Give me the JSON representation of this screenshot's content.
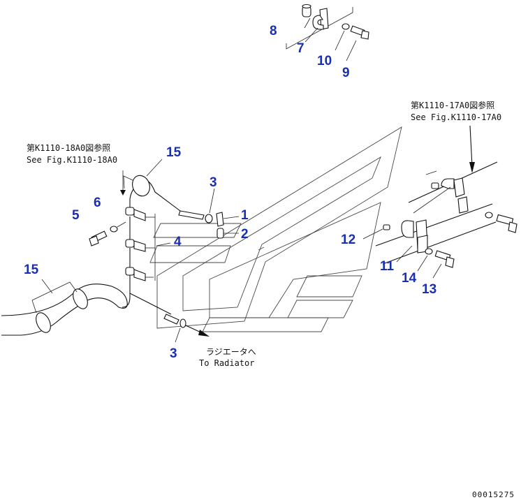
{
  "callouts": {
    "c1": "1",
    "c2": "2",
    "c3a": "3",
    "c3b": "3",
    "c4": "4",
    "c5": "5",
    "c6": "6",
    "c7": "7",
    "c8": "8",
    "c9": "9",
    "c10": "10",
    "c11": "11",
    "c12": "12",
    "c13": "13",
    "c14": "14",
    "c15a": "15",
    "c15b": "15"
  },
  "notes": {
    "left_ref_jp": "第K1110-18A0図参照",
    "left_ref_en": "See Fig.K1110-18A0",
    "right_ref_jp": "第K1110-17A0図参照",
    "right_ref_en": "See Fig.K1110-17A0",
    "radiator_jp": "ラジエータへ",
    "radiator_en": "To Radiator"
  },
  "doc_number": "00015275",
  "colors": {
    "callout": "#1a2fb0",
    "line": "#111111"
  }
}
